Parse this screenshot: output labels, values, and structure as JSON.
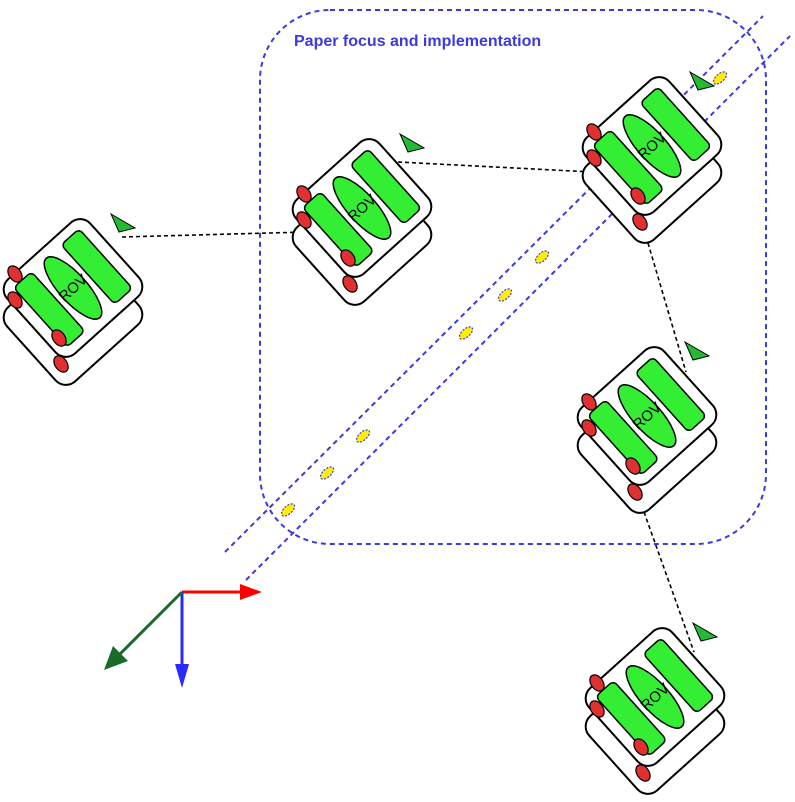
{
  "focus_region": {
    "label": "Paper focus and implementation",
    "color": "#3a3ae0"
  },
  "rovs": [
    {
      "id": "rov-1",
      "label": "ROV"
    },
    {
      "id": "rov-2",
      "label": "ROV"
    },
    {
      "id": "rov-3",
      "label": "ROV"
    },
    {
      "id": "rov-4",
      "label": "ROV"
    },
    {
      "id": "rov-5",
      "label": "ROV"
    }
  ],
  "colors": {
    "panel_fill": "#33ee33",
    "wheel_fill": "#e03030",
    "marker_fill": "#ffee00",
    "axis_x": "#ff0000",
    "axis_y": "#1a6a2a",
    "axis_z": "#2a2aff",
    "link_line": "#000000"
  },
  "icons": [
    "rov-vehicle-icon",
    "coordinate-axes-icon",
    "pipeline-marker-icon"
  ]
}
